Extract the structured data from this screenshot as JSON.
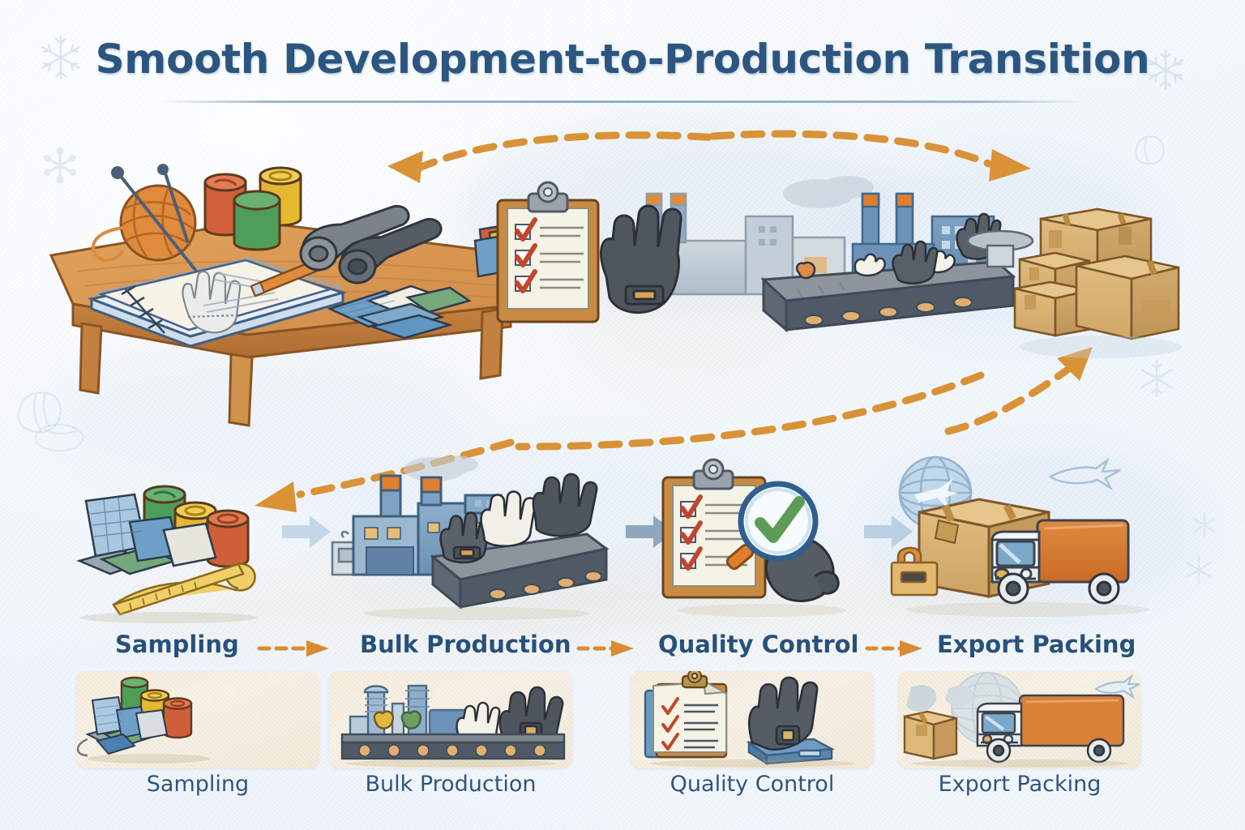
{
  "page": {
    "title": "Smooth Development-to-Production Transition",
    "background_color": "#eef4fa",
    "title_color": "#2c5680",
    "accent_color": "#d88b33",
    "arrow_color": "#c3d7e8"
  },
  "top_flow": {
    "arrow_top_name": "curved-dashed-arrow-left",
    "arrow_bottom_name": "curved-dashed-arrow-right",
    "scenes": [
      {
        "name": "design-table-scene",
        "caption": "",
        "elements": [
          "yarn-ball",
          "knitting-needles",
          "thread-spools",
          "fabric-rolls",
          "sketch-pad",
          "glove-sketch",
          "pencil",
          "fabric-swatches",
          "wooden-table"
        ]
      },
      {
        "name": "inspection-factory-scene",
        "caption": "",
        "elements": [
          "clipboard-checklist",
          "work-glove",
          "factory-buildings",
          "smokestacks",
          "conveyor-belt"
        ]
      },
      {
        "name": "packing-boxes-scene",
        "caption": "",
        "elements": [
          "cardboard-boxes",
          "weighing-scale"
        ]
      }
    ]
  },
  "process_row": {
    "steps": [
      {
        "label": "Sampling",
        "icon_name": "fabric-swatches-icon"
      },
      {
        "label": "Bulk Production",
        "icon_name": "factory-conveyor-icon"
      },
      {
        "label": "Quality Control",
        "icon_name": "clipboard-magnifier-icon"
      },
      {
        "label": "Export Packing",
        "icon_name": "box-truck-globe-icon"
      }
    ],
    "connector_label": "dashed-arrow"
  },
  "thumbnail_row": {
    "cards": [
      {
        "label": "Sampling",
        "icon_name": "swatches-spools-thumb"
      },
      {
        "label": "Bulk Production",
        "icon_name": "conveyor-gloves-thumb"
      },
      {
        "label": "Quality Control",
        "icon_name": "clipboard-glove-thumb"
      },
      {
        "label": "Export Packing",
        "icon_name": "truck-box-globe-thumb"
      }
    ]
  },
  "decor": {
    "snowflakes": [
      "snowflake-icon",
      "snowflake-icon",
      "snowflake-icon",
      "snowflake-icon",
      "snowflake-icon",
      "snowflake-icon"
    ],
    "mitten_marks": [
      "mitten-outline-icon",
      "mitten-outline-icon",
      "mitten-outline-icon"
    ]
  }
}
